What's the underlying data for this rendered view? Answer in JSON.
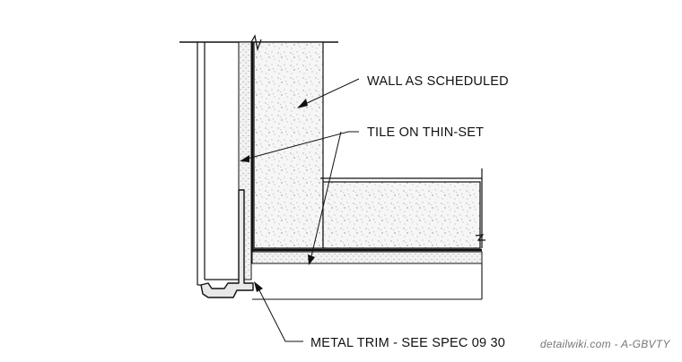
{
  "callouts": {
    "wall": "WALL AS SCHEDULED",
    "tile": "TILE ON THIN-SET",
    "trim": "METAL TRIM - SEE SPEC 09 30"
  },
  "watermark": "detailwiki.com - A-GBVTY",
  "colors": {
    "line": "#111111",
    "concrete_fill": "#f4f4f4",
    "stipple": "#8a8a8a",
    "watermark": "#777777"
  }
}
